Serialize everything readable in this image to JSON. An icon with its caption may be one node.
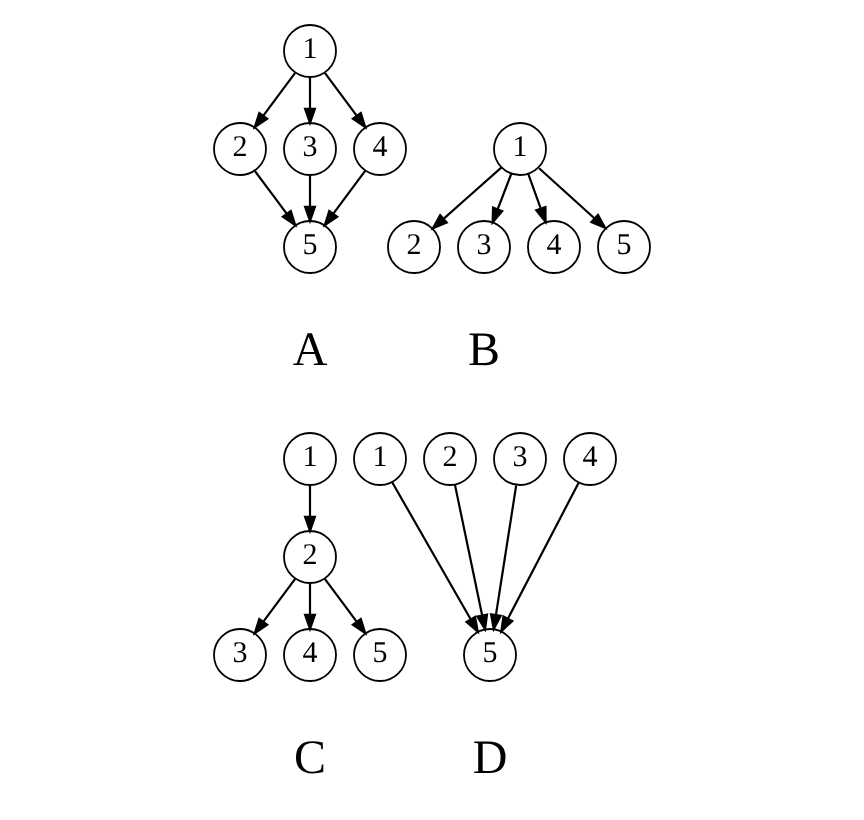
{
  "diagram": {
    "nodes": [
      {
        "text": [
          "1"
        ]
      },
      {
        "text": [
          "2"
        ]
      },
      {
        "text": [
          "3"
        ]
      },
      {
        "text": [
          "4"
        ]
      },
      {
        "text": [
          "5"
        ]
      },
      {
        "text": [
          "1"
        ]
      },
      {
        "text": [
          "2"
        ]
      },
      {
        "text": [
          "3"
        ]
      },
      {
        "text": [
          "4"
        ]
      },
      {
        "text": [
          "5"
        ]
      },
      {
        "text": [
          "1"
        ]
      },
      {
        "text": [
          "2"
        ]
      },
      {
        "text": [
          "3"
        ]
      },
      {
        "text": [
          "4"
        ]
      },
      {
        "text": [
          "5"
        ]
      },
      {
        "text": [
          "1"
        ]
      },
      {
        "text": [
          "2"
        ]
      },
      {
        "text": [
          "3"
        ]
      },
      {
        "text": [
          "4"
        ]
      },
      {
        "text": [
          "5"
        ]
      }
    ],
    "edges": [
      {
        "from": 0,
        "to": 1,
        "arrow": "to"
      },
      {
        "from": 0,
        "to": 2,
        "arrow": "to"
      },
      {
        "from": 0,
        "to": 3,
        "arrow": "to"
      },
      {
        "from": 1,
        "to": 4,
        "arrow": "to"
      },
      {
        "from": 2,
        "to": 4,
        "arrow": "to"
      },
      {
        "from": 3,
        "to": 4,
        "arrow": "to"
      },
      {
        "from": 5,
        "to": 6,
        "arrow": "to"
      },
      {
        "from": 5,
        "to": 7,
        "arrow": "to"
      },
      {
        "from": 5,
        "to": 8,
        "arrow": "to"
      },
      {
        "from": 5,
        "to": 9,
        "arrow": "to"
      },
      {
        "from": 10,
        "to": 11,
        "arrow": "to"
      },
      {
        "from": 11,
        "to": 12,
        "arrow": "to"
      },
      {
        "from": 11,
        "to": 13,
        "arrow": "to"
      },
      {
        "from": 11,
        "to": 14,
        "arrow": "to"
      },
      {
        "from": 15,
        "to": 19,
        "arrow": "to"
      },
      {
        "from": 16,
        "to": 19,
        "arrow": "to"
      },
      {
        "from": 17,
        "to": 19,
        "arrow": "to"
      },
      {
        "from": 18,
        "to": 19,
        "arrow": "to"
      }
    ],
    "labels": [
      "A",
      "B",
      "C",
      "D"
    ]
  }
}
